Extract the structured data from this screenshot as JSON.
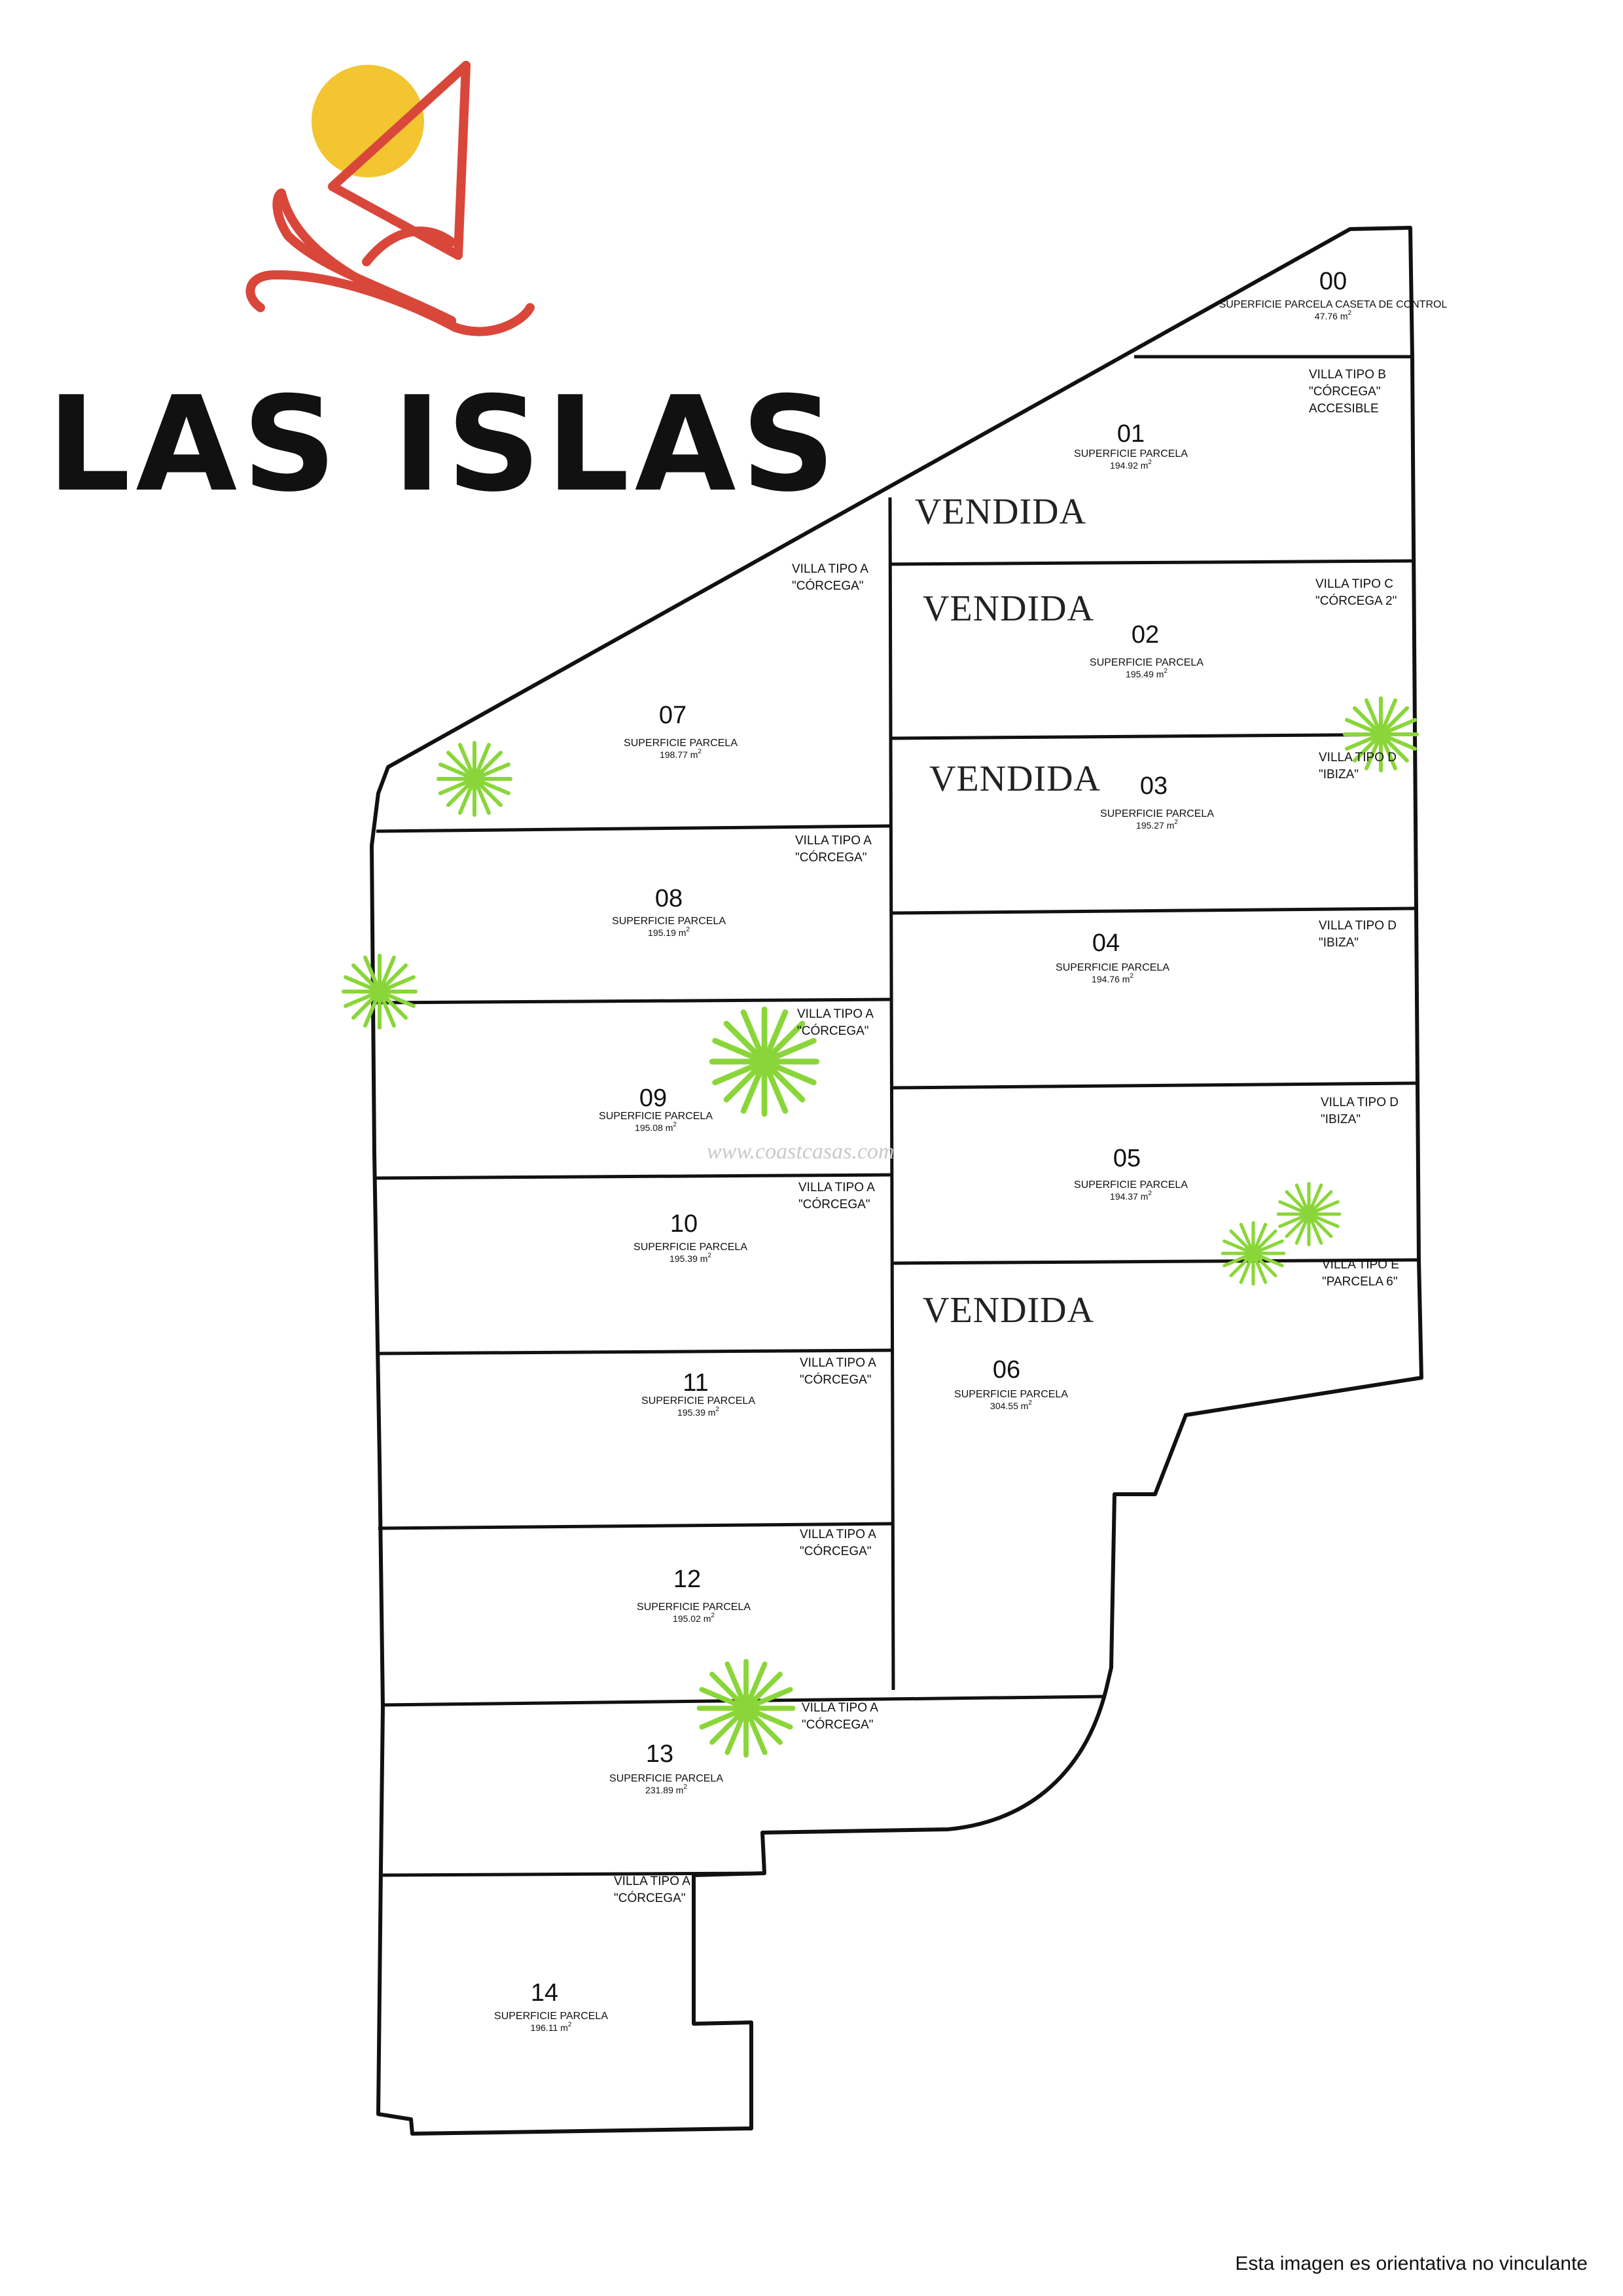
{
  "brand": {
    "title": "LAS ISLAS",
    "colors": {
      "sun": "#f2c531",
      "red": "#d9473b"
    }
  },
  "icons": [
    "sun-icon",
    "sailboat-icon",
    "palm-tree-icon"
  ],
  "plots": [
    {
      "id": "00",
      "surface_label": "SUPERFICIE PARCELA CASETA DE CONTROL",
      "area": "47.76 m",
      "area_exp": "2",
      "villa_line1": "",
      "villa_line2": "",
      "villa_line3": "",
      "status": ""
    },
    {
      "id": "01",
      "surface_label": "SUPERFICIE PARCELA",
      "area": "194.92 m",
      "area_exp": "2",
      "villa_line1": "VILLA TIPO B",
      "villa_line2": "\"CÓRCEGA\"",
      "villa_line3": "ACCESIBLE",
      "status": "VENDIDA"
    },
    {
      "id": "02",
      "surface_label": "SUPERFICIE PARCELA",
      "area": "195.49 m",
      "area_exp": "2",
      "villa_line1": "VILLA TIPO C",
      "villa_line2": "\"CÓRCEGA 2\"",
      "villa_line3": "",
      "status": "VENDIDA"
    },
    {
      "id": "03",
      "surface_label": "SUPERFICIE PARCELA",
      "area": "195.27 m",
      "area_exp": "2",
      "villa_line1": "VILLA TIPO D",
      "villa_line2": "\"IBIZA\"",
      "villa_line3": "",
      "status": "VENDIDA"
    },
    {
      "id": "04",
      "surface_label": "SUPERFICIE PARCELA",
      "area": "194.76 m",
      "area_exp": "2",
      "villa_line1": "VILLA TIPO D",
      "villa_line2": "\"IBIZA\"",
      "villa_line3": "",
      "status": ""
    },
    {
      "id": "05",
      "surface_label": "SUPERFICIE PARCELA",
      "area": "194.37 m",
      "area_exp": "2",
      "villa_line1": "VILLA TIPO D",
      "villa_line2": "\"IBIZA\"",
      "villa_line3": "",
      "status": ""
    },
    {
      "id": "06",
      "surface_label": "SUPERFICIE PARCELA",
      "area": "304.55 m",
      "area_exp": "2",
      "villa_line1": "VILLA TIPO E",
      "villa_line2": "\"PARCELA 6\"",
      "villa_line3": "",
      "status": "VENDIDA"
    },
    {
      "id": "07",
      "surface_label": "SUPERFICIE PARCELA",
      "area": "198.77 m",
      "area_exp": "2",
      "villa_line1": "VILLA TIPO A",
      "villa_line2": "\"CÓRCEGA\"",
      "villa_line3": "",
      "status": ""
    },
    {
      "id": "08",
      "surface_label": "SUPERFICIE PARCELA",
      "area": "195.19 m",
      "area_exp": "2",
      "villa_line1": "VILLA TIPO A",
      "villa_line2": "\"CÓRCEGA\"",
      "villa_line3": "",
      "status": ""
    },
    {
      "id": "09",
      "surface_label": "SUPERFICIE PARCELA",
      "area": "195.08 m",
      "area_exp": "2",
      "villa_line1": "VILLA TIPO A",
      "villa_line2": "\"CÓRCEGA\"",
      "villa_line3": "",
      "status": ""
    },
    {
      "id": "10",
      "surface_label": "SUPERFICIE PARCELA",
      "area": "195.39 m",
      "area_exp": "2",
      "villa_line1": "VILLA TIPO A",
      "villa_line2": "\"CÓRCEGA\"",
      "villa_line3": "",
      "status": ""
    },
    {
      "id": "11",
      "surface_label": "SUPERFICIE PARCELA",
      "area": "195.39 m",
      "area_exp": "2",
      "villa_line1": "VILLA TIPO A",
      "villa_line2": "\"CÓRCEGA\"",
      "villa_line3": "",
      "status": ""
    },
    {
      "id": "12",
      "surface_label": "SUPERFICIE PARCELA",
      "area": "195.02 m",
      "area_exp": "2",
      "villa_line1": "VILLA TIPO A",
      "villa_line2": "\"CÓRCEGA\"",
      "villa_line3": "",
      "status": ""
    },
    {
      "id": "13",
      "surface_label": "SUPERFICIE PARCELA",
      "area": "231.89 m",
      "area_exp": "2",
      "villa_line1": "VILLA TIPO A",
      "villa_line2": "\"CÓRCEGA\"",
      "villa_line3": "",
      "status": ""
    },
    {
      "id": "14",
      "surface_label": "SUPERFICIE PARCELA",
      "area": "196.11 m",
      "area_exp": "2",
      "villa_line1": "VILLA TIPO A",
      "villa_line2": "\"CÓRCEGA\"",
      "villa_line3": "",
      "status": ""
    }
  ],
  "watermark": "www.coastcasas.com",
  "footer": {
    "disclaimer": "Esta imagen es orientativa no vinculante"
  }
}
